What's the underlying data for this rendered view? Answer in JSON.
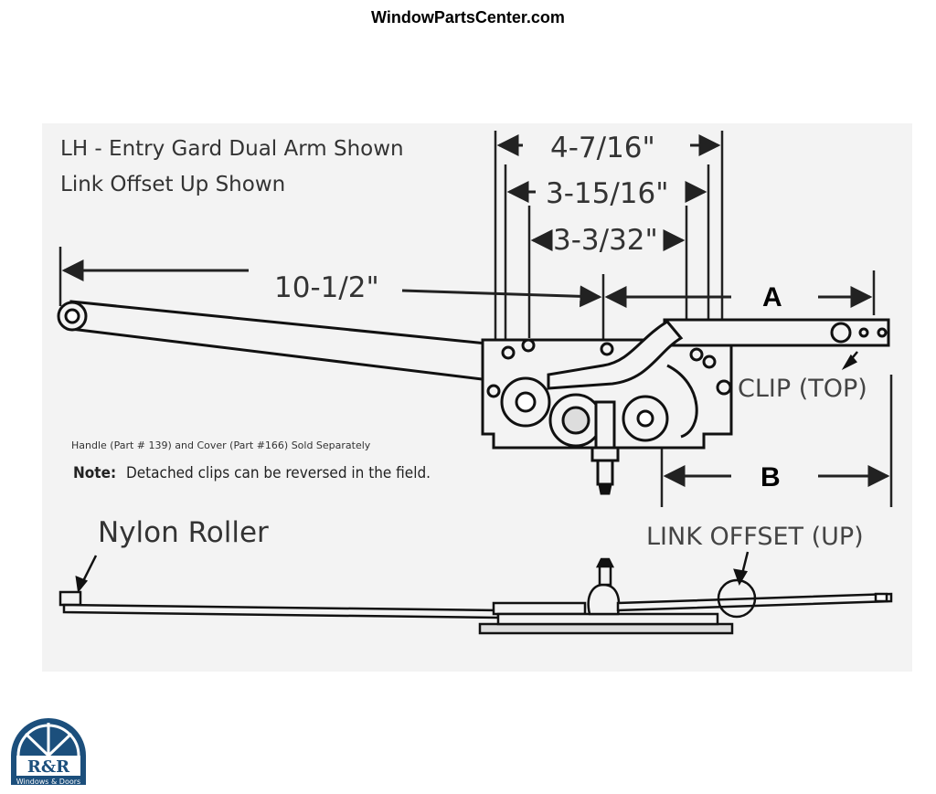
{
  "site": {
    "title": "WindowPartsCenter.com"
  },
  "notes": {
    "line1": "LH -  Entry Gard Dual Arm Shown",
    "line2": "Link Offset Up Shown",
    "handle_note": "Handle (Part # 139) and Cover (Part #166) Sold Separately",
    "note_label": "Note:",
    "note_text": "Detached clips can be reversed in the field."
  },
  "dimensions": {
    "d1": "4-7/16\"",
    "d2": "3-15/16\"",
    "d3": "3-3/32\"",
    "d4": "10-1/2\"",
    "a": "A",
    "b": "B"
  },
  "callouts": {
    "clip": "CLIP (TOP)",
    "nylon_roller": "Nylon Roller",
    "link_offset": "LINK OFFSET (UP)"
  },
  "logo": {
    "name": "R&R",
    "sub": "Windows & Doors",
    "color": "#1c4f7c"
  }
}
